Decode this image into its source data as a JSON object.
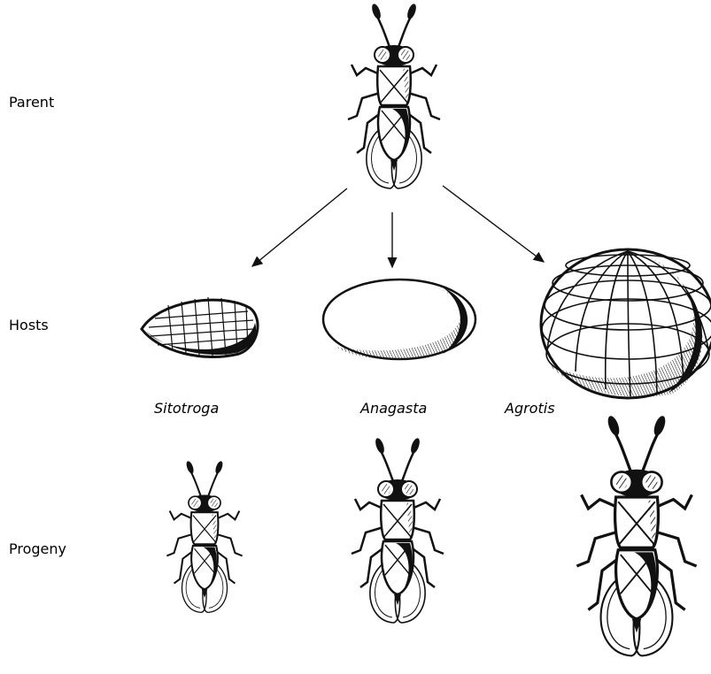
{
  "labels": {
    "parent": "Parent",
    "hosts": "Hosts",
    "progeny": "Progeny"
  },
  "hosts": [
    {
      "name": "Sitotroga"
    },
    {
      "name": "Anagasta"
    },
    {
      "name": "Agrotis"
    }
  ],
  "icons": {
    "wasp": "wasp-illustration",
    "egg": "host-egg-illustration",
    "arrow": "arrow"
  },
  "colors": {
    "ink": "#111111",
    "background": "#ffffff"
  }
}
